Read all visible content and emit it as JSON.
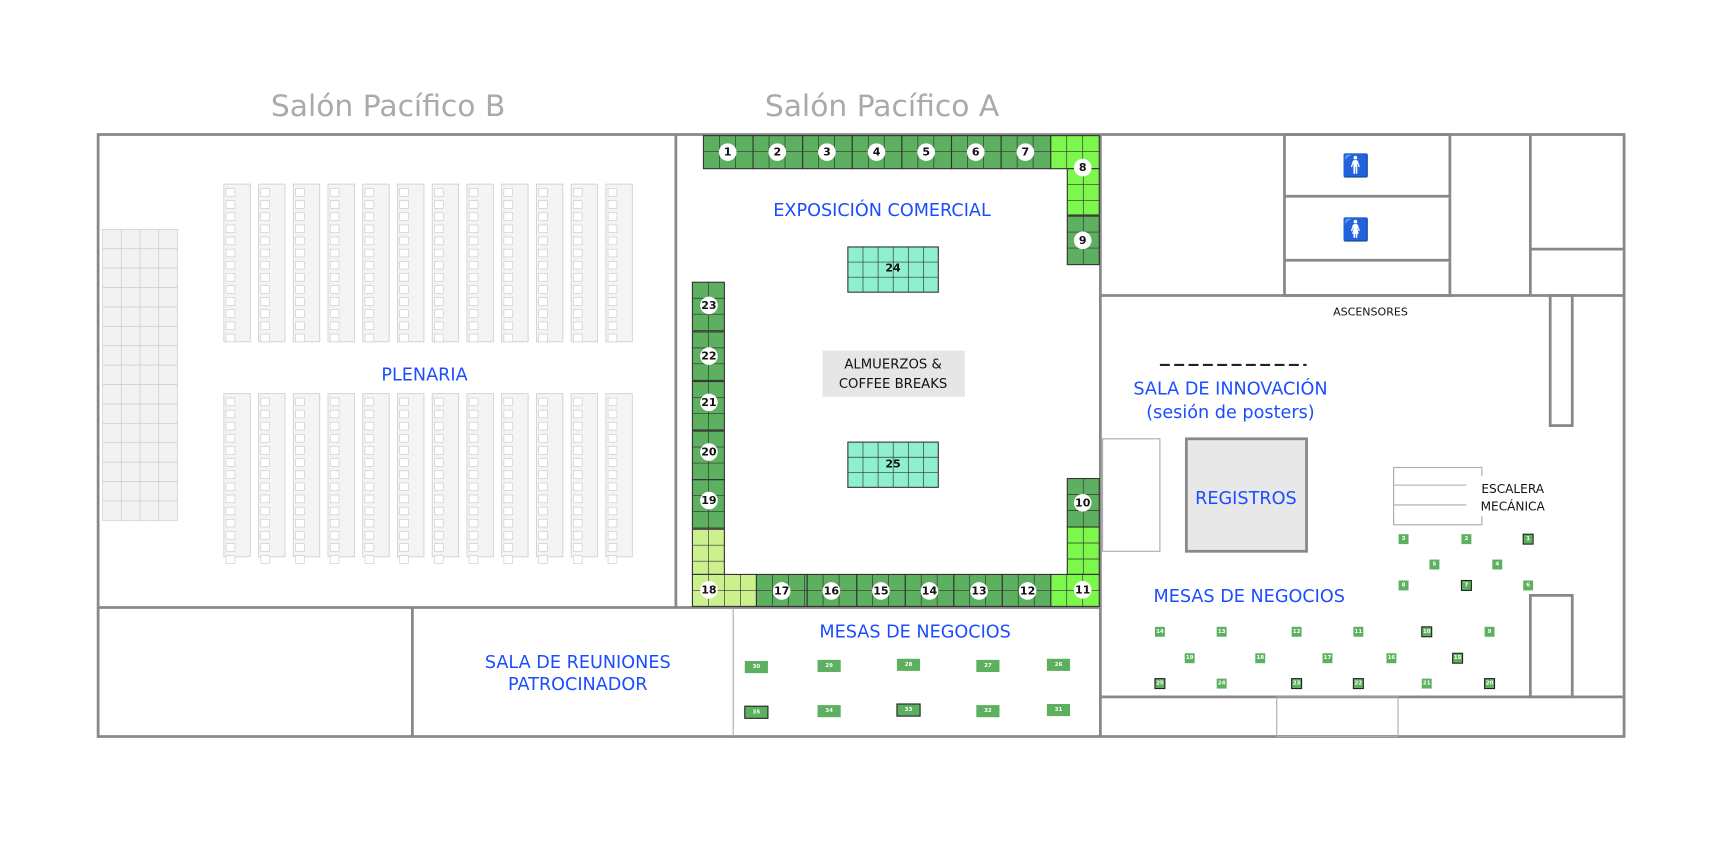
{
  "titles": {
    "salon_b": "Salón Pacífico B",
    "salon_a": "Salón Pacífico A"
  },
  "labels": {
    "plenaria": "PLENARIA",
    "exposicion": "EXPOSICIÓN COMERCIAL",
    "almuerzos_1": "ALMUERZOS &",
    "almuerzos_2": "COFFEE BREAKS",
    "sala_reuniones_1": "SALA DE REUNIONES",
    "sala_reuniones_2": "PATROCINADOR",
    "mesas_centro": "MESAS DE NEGOCIOS",
    "mesas_derecha": "MESAS DE NEGOCIOS",
    "innovacion_1": "SALA DE INNOVACIÓN",
    "innovacion_2": "(sesión de posters)",
    "registros": "REGISTROS",
    "ascensores": "ASCENSORES",
    "escalera_1": "ESCALERA",
    "escalera_2": "MECÁNICA"
  },
  "colors": {
    "dark": "#5cb05f",
    "light": "#7cf84c",
    "pale": "#cdf08e",
    "teal": "#8ff0d0",
    "text_blue": "#1a4dff"
  },
  "booths": [
    {
      "n": "1",
      "status": "dark"
    },
    {
      "n": "2",
      "status": "dark"
    },
    {
      "n": "3",
      "status": "dark"
    },
    {
      "n": "4",
      "status": "dark"
    },
    {
      "n": "5",
      "status": "dark"
    },
    {
      "n": "6",
      "status": "dark"
    },
    {
      "n": "7",
      "status": "dark"
    },
    {
      "n": "8",
      "status": "light"
    },
    {
      "n": "9",
      "status": "dark"
    },
    {
      "n": "10",
      "status": "dark"
    },
    {
      "n": "11",
      "status": "light"
    },
    {
      "n": "12",
      "status": "dark"
    },
    {
      "n": "13",
      "status": "dark"
    },
    {
      "n": "14",
      "status": "dark"
    },
    {
      "n": "15",
      "status": "dark"
    },
    {
      "n": "16",
      "status": "dark"
    },
    {
      "n": "17",
      "status": "dark"
    },
    {
      "n": "18",
      "status": "pale"
    },
    {
      "n": "19",
      "status": "dark"
    },
    {
      "n": "20",
      "status": "dark"
    },
    {
      "n": "21",
      "status": "dark"
    },
    {
      "n": "22",
      "status": "dark"
    },
    {
      "n": "23",
      "status": "dark"
    },
    {
      "n": "24",
      "status": "teal"
    },
    {
      "n": "25",
      "status": "teal"
    }
  ],
  "tables_right": [
    {
      "n": "1",
      "reserved": true
    },
    {
      "n": "2",
      "reserved": false
    },
    {
      "n": "3",
      "reserved": false
    },
    {
      "n": "4",
      "reserved": false
    },
    {
      "n": "5",
      "reserved": false
    },
    {
      "n": "6",
      "reserved": false
    },
    {
      "n": "7",
      "reserved": true
    },
    {
      "n": "8",
      "reserved": false
    },
    {
      "n": "9",
      "reserved": false
    },
    {
      "n": "10",
      "reserved": true
    },
    {
      "n": "11",
      "reserved": false
    },
    {
      "n": "12",
      "reserved": false
    },
    {
      "n": "13",
      "reserved": false
    },
    {
      "n": "14",
      "reserved": false
    },
    {
      "n": "15",
      "reserved": true
    },
    {
      "n": "16",
      "reserved": false
    },
    {
      "n": "17",
      "reserved": false
    },
    {
      "n": "18",
      "reserved": false
    },
    {
      "n": "19",
      "reserved": false
    },
    {
      "n": "20",
      "reserved": true
    },
    {
      "n": "21",
      "reserved": false
    },
    {
      "n": "22",
      "reserved": true
    },
    {
      "n": "23",
      "reserved": true
    },
    {
      "n": "24",
      "reserved": false
    },
    {
      "n": "25",
      "reserved": true
    }
  ],
  "tables_center": [
    {
      "n": "26",
      "reserved": false
    },
    {
      "n": "27",
      "reserved": false
    },
    {
      "n": "28",
      "reserved": false
    },
    {
      "n": "29",
      "reserved": false
    },
    {
      "n": "30",
      "reserved": false
    },
    {
      "n": "31",
      "reserved": false
    },
    {
      "n": "32",
      "reserved": false
    },
    {
      "n": "33",
      "reserved": true
    },
    {
      "n": "34",
      "reserved": false
    },
    {
      "n": "35",
      "reserved": true
    }
  ]
}
